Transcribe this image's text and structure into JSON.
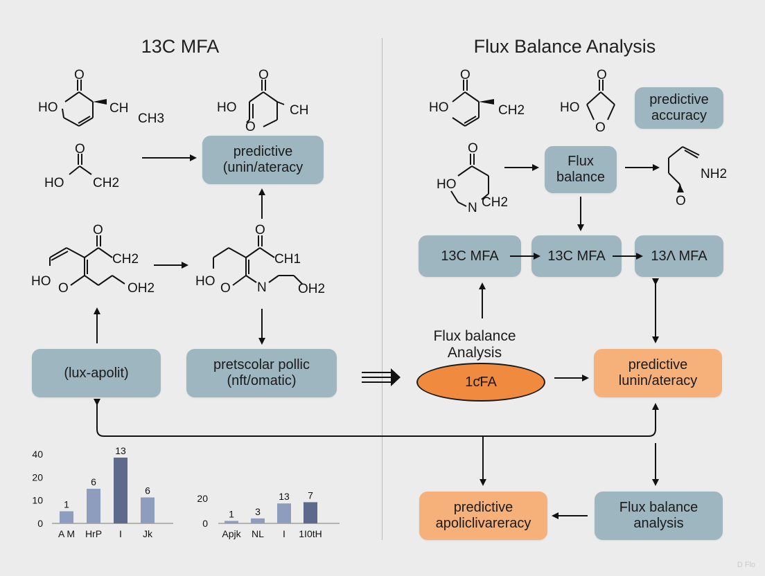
{
  "titles": {
    "left": "13C MFA",
    "right": "Flux Balance Analysis"
  },
  "colors": {
    "blue_box": "#9eb6bf",
    "orange_box": "#f6b07a",
    "ellipse": "#f08a3e",
    "bar_light": "#8e9cbd",
    "bar_dark": "#5d6a8c"
  },
  "left": {
    "mol1": {
      "o": "O",
      "ho": "HO",
      "ch": "CH",
      "ch3": "CH3"
    },
    "mol2": {
      "o": "O",
      "ho": "HO",
      "ch2": "CH2"
    },
    "mol3": {
      "o_top": "O",
      "ho": "HO",
      "ch": "CH",
      "o_ring": "O"
    },
    "box_predictive": "predictive\n(unin/ateracy",
    "mol4": {
      "o": "O",
      "ho": "HO",
      "o2": "O",
      "ch2": "CH2",
      "oh2": "OH2"
    },
    "mol5": {
      "o": "O",
      "ho": "HO",
      "o2": "O",
      "n": "N",
      "ch": "CH1",
      "oh2": "OH2"
    },
    "box_lux": "(lux-apolit)",
    "box_pretscola": "pretscolar pollic\n(nft/omatic)"
  },
  "right": {
    "mol1": {
      "o": "O",
      "ho": "HO",
      "ch2": "CH2"
    },
    "mol2": {
      "o": "O",
      "ho": "HO",
      "o_ring": "O"
    },
    "box_accuracy": "predictive\naccuracy",
    "mol3": {
      "o": "O",
      "ho": "HO",
      "n": "N",
      "ch2": "CH2"
    },
    "box_flux": "Flux\nbalance",
    "mol4": {
      "nh2": "NH2",
      "o": "O"
    },
    "box_mfa1": "13C MFA",
    "box_mfa2": "13C MFA",
    "box_mfa3": "13Λ MFA",
    "label_flux": "Flux balance\nAnalysis",
    "ellipse": "1ƈFA",
    "box_lunin": "predictive\nlunin/ateracy",
    "box_apolic": "predictive\napoliclivareracy",
    "box_fluxanalysis": "Flux balance\nanalysis"
  },
  "chart_data": [
    {
      "type": "bar",
      "categories": [
        "A M",
        "HrP",
        "I",
        "Jk"
      ],
      "values": [
        7,
        20,
        38,
        15
      ],
      "data_labels": [
        "1",
        "6",
        "13",
        "6"
      ],
      "yticks": [
        "40",
        "20",
        "10",
        "0"
      ],
      "ylim": [
        0,
        40
      ],
      "bar_colors": [
        "#8e9cbd",
        "#8e9cbd",
        "#5d6a8c",
        "#8e9cbd"
      ]
    },
    {
      "type": "bar",
      "categories": [
        "Apjk",
        "NL",
        "I",
        "1I0tH"
      ],
      "values": [
        2,
        4,
        16,
        17
      ],
      "data_labels": [
        "1",
        "3",
        "13",
        "7"
      ],
      "yticks": [
        "20",
        "0"
      ],
      "ylim": [
        0,
        20
      ],
      "bar_colors": [
        "#8e9cbd",
        "#8e9cbd",
        "#8e9cbd",
        "#5d6a8c"
      ]
    }
  ],
  "watermark": "D Flo"
}
